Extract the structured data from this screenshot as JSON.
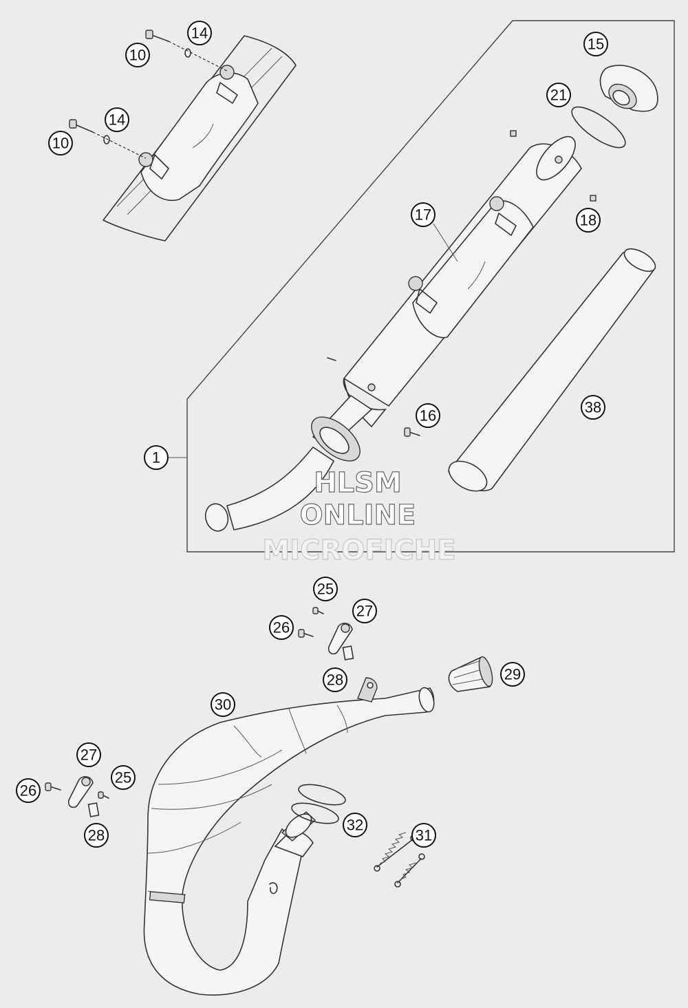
{
  "diagram": {
    "callouts": {
      "c1": "1",
      "c10a": "10",
      "c10b": "10",
      "c14a": "14",
      "c14b": "14",
      "c15": "15",
      "c16": "16",
      "c17": "17",
      "c18": "18",
      "c21": "21",
      "c25a": "25",
      "c25b": "25",
      "c26a": "26",
      "c26b": "26",
      "c27a": "27",
      "c27b": "27",
      "c28a": "28",
      "c28b": "28",
      "c29": "29",
      "c30": "30",
      "c31": "31",
      "c32": "32",
      "c38": "38"
    },
    "watermark": {
      "line1": "HLSM",
      "line2": "ONLINE",
      "line3": "MICROFICHE"
    },
    "colors": {
      "background": "#ececec",
      "line": "#333333",
      "callout_fill": "#ffffff"
    }
  }
}
